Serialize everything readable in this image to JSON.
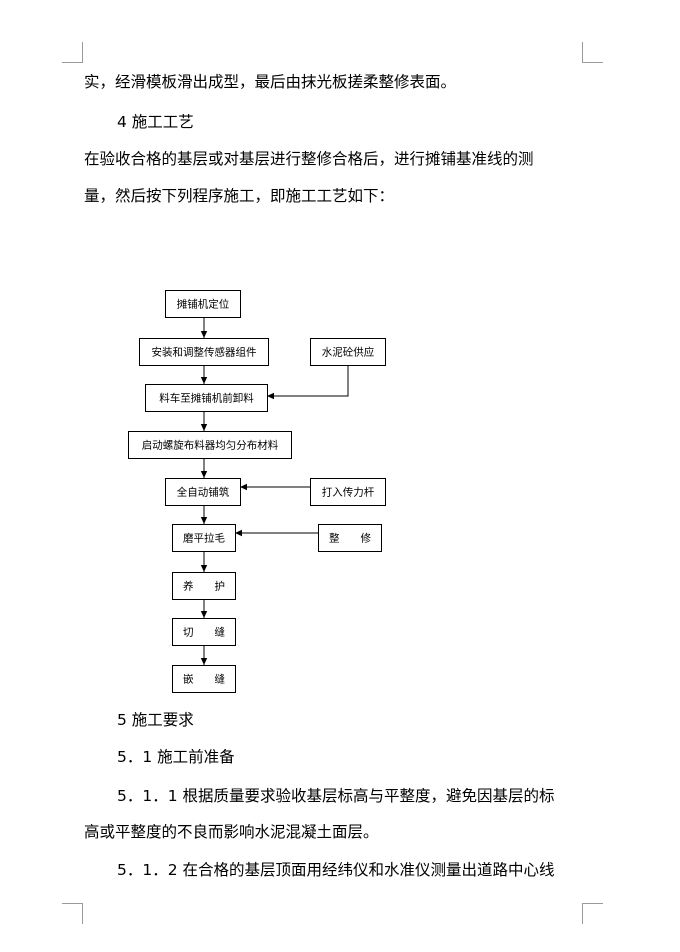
{
  "paragraphs": {
    "p1": "实，经滑模板滑出成型，最后由抹光板搓柔整修表面。",
    "h4": "4 施工工艺",
    "p2_line1": "在验收合格的基层或对基层进行整修合格后，进行摊铺基准线的测",
    "p2_line2": "量，然后按下列程序施工，即施工工艺如下：",
    "h5": "5 施工要求",
    "h51": "5．1 施工前准备",
    "p511_line1": "5．1．1 根据质量要求验收基层标高与平整度，避免因基层的标",
    "p511_line2": "高或平整度的不良而影响水泥混凝土面层。",
    "p512_line1": "5．1．2 在合格的基层顶面用经纬仪和水准仪测量出道路中心线"
  },
  "flowchart": {
    "nodes": [
      {
        "id": "n1",
        "label": "摊铺机定位"
      },
      {
        "id": "n2",
        "label": "安装和调整传感器组件"
      },
      {
        "id": "n3",
        "label": "水泥砼供应"
      },
      {
        "id": "n4",
        "label": "料车至摊铺机前卸料"
      },
      {
        "id": "n5",
        "label": "启动螺旋布料器均匀分布材料"
      },
      {
        "id": "n6",
        "label": "全自动铺筑"
      },
      {
        "id": "n7",
        "label": "打入传力杆"
      },
      {
        "id": "n8",
        "label": "磨平拉毛"
      },
      {
        "id": "n9",
        "label": "整　　修"
      },
      {
        "id": "n10",
        "label": "养　　护"
      },
      {
        "id": "n11",
        "label": "切　　缝"
      },
      {
        "id": "n12",
        "label": "嵌　　缝"
      }
    ],
    "edges": [
      {
        "from": "n1",
        "to": "n2"
      },
      {
        "from": "n2",
        "to": "n4"
      },
      {
        "from": "n3",
        "to": "n4"
      },
      {
        "from": "n4",
        "to": "n5"
      },
      {
        "from": "n5",
        "to": "n6"
      },
      {
        "from": "n7",
        "to": "n6"
      },
      {
        "from": "n6",
        "to": "n8"
      },
      {
        "from": "n9",
        "to": "n8"
      },
      {
        "from": "n8",
        "to": "n10"
      },
      {
        "from": "n10",
        "to": "n11"
      },
      {
        "from": "n11",
        "to": "n12"
      }
    ]
  }
}
